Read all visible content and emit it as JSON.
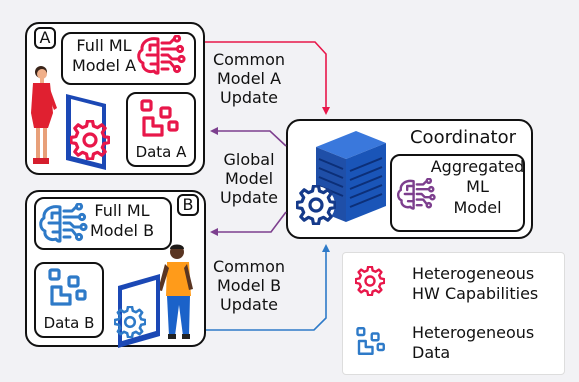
{
  "client_a": {
    "tag": "A",
    "model_label": [
      "Full ML",
      "Model A"
    ],
    "data_label": "Data A"
  },
  "client_b": {
    "tag": "B",
    "model_label": [
      "Full ML",
      "Model B"
    ],
    "data_label": "Data B"
  },
  "coordinator": {
    "title": "Coordinator",
    "model_label": [
      "Aggregated",
      "ML",
      "Model"
    ]
  },
  "arrows": {
    "common_a": [
      "Common",
      "Model A",
      "Update"
    ],
    "global": [
      "Global",
      "Model",
      "Update"
    ],
    "common_b": [
      "Common",
      "Model B",
      "Update"
    ]
  },
  "legend": {
    "hw": [
      "Heterogeneous",
      "HW Capabilities"
    ],
    "data": [
      "Heterogeneous",
      "Data"
    ]
  },
  "colors": {
    "red": "#e8174a",
    "blue": "#2e7ac8",
    "purple": "#7d3f8e",
    "server": "#1a55b8"
  }
}
